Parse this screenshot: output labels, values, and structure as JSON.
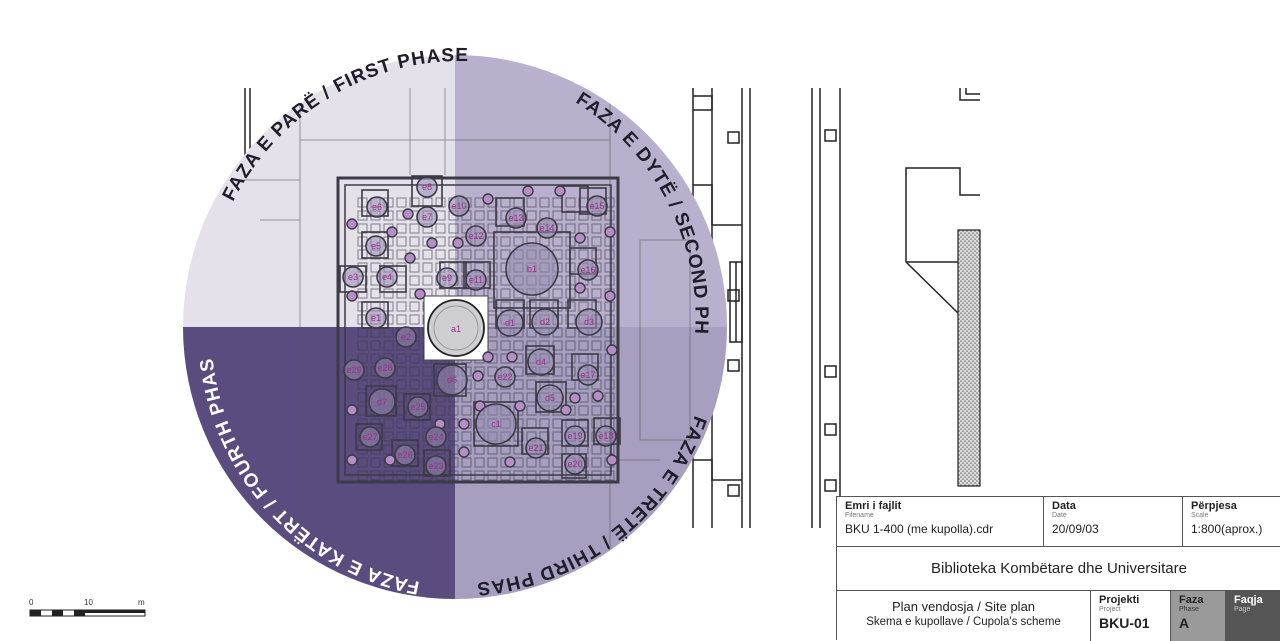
{
  "phases": [
    {
      "label": "FAZA E PARË / FIRST PHASE",
      "color": "#e4e1ea"
    },
    {
      "label": "FAZA E DYTË / SECOND PHASE",
      "color": "#b8b0cc"
    },
    {
      "label": "FAZA E TRETË / THIRD PHASE",
      "color": "#a79ec0"
    },
    {
      "label": "FAZA E KATËRT / FOURTH PHASE",
      "color": "#5b4c7f"
    }
  ],
  "dome_labels": {
    "a": [
      "a1"
    ],
    "b": [
      "b1"
    ],
    "c": [
      "c1"
    ],
    "d": [
      "d1",
      "d2",
      "d3",
      "d4",
      "d5",
      "d6",
      "d7"
    ],
    "e": [
      "e1",
      "e2",
      "e3",
      "e4",
      "e5",
      "e6",
      "e7",
      "e8",
      "e9",
      "e10",
      "e11",
      "e12",
      "e13",
      "e14",
      "e15",
      "e16",
      "e17",
      "e18",
      "e19",
      "e20",
      "e21",
      "e22",
      "e23",
      "e24",
      "e25",
      "e26",
      "e27",
      "e28",
      "e29"
    ]
  },
  "scale_bar": {
    "labels": [
      "0",
      "10",
      "m"
    ]
  },
  "title_block": {
    "filename_label": "Emri i fajlit",
    "filename_sub": "Filename",
    "filename_value": "BKU 1-400 (me kupolla).cdr",
    "date_label": "Data",
    "date_sub": "Date",
    "date_value": "20/09/03",
    "scale_label": "Përpjesa",
    "scale_sub": "Scale",
    "scale_value": "1:800(aprox.)",
    "institution": "Biblioteka Kombëtare dhe Universitare",
    "plan_line1": "Plan vendosja / Site plan",
    "plan_line2": "Skema e kupollave / Cupola's scheme",
    "project_label": "Projekti",
    "project_sub": "Project",
    "project_value": "BKU-01",
    "phase_label": "Faza",
    "phase_sub": "Phase",
    "phase_value": "A",
    "page_label": "Faqja",
    "page_sub": "Page",
    "page_value": "",
    "colors": {
      "phase_cell": "#9a9a9a",
      "page_cell": "#555555"
    }
  }
}
